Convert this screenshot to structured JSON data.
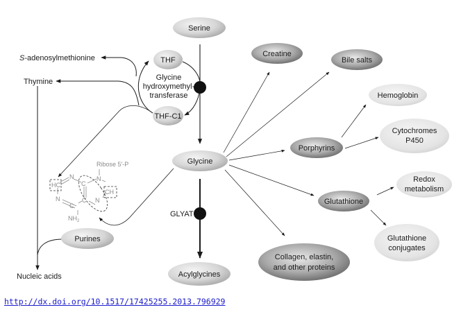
{
  "diagram": {
    "nodes": {
      "serine": "Serine",
      "thf": "THF",
      "thf_c1": "THF-C1",
      "enzyme_line1": "Glycine",
      "enzyme_line2": "hydroxymethyl-",
      "enzyme_line3": "transferase",
      "sam_prefix": "S",
      "sam_rest": "-adenosylmethionine",
      "thymine": "Thymine",
      "glycine": "Glycine",
      "creatine": "Creatine",
      "bile_salts": "Bile salts",
      "hemoglobin": "Hemoglobin",
      "cytochromes_line1": "Cytochromes",
      "cytochromes_line2": "P450",
      "porphyrins": "Porphyrins",
      "redox_line1": "Redox",
      "redox_line2": "metabolism",
      "glutathione": "Glutathione",
      "gconj_line1": "Glutathione",
      "gconj_line2": "conjugates",
      "collagen_line1": "Collagen, elastin,",
      "collagen_line2": "and other proteins",
      "acylglycines": "Acylglycines",
      "glyat": "GLYAT",
      "purines": "Purines",
      "nucleic_acids": "Nucleic acids"
    },
    "purine_structure": {
      "ribose": "Ribose 5′-P",
      "hc": "HC",
      "n1": "N",
      "c1": "C",
      "n2": "N",
      "ch": "CH",
      "n3": "N",
      "c2": "C",
      "n4": "N",
      "c3": "C",
      "nh2": "NH",
      "nh2_sub": "2"
    }
  },
  "footer": {
    "doi_link": "http://dx.doi.org/10.1517/17425255.2013.796929"
  }
}
